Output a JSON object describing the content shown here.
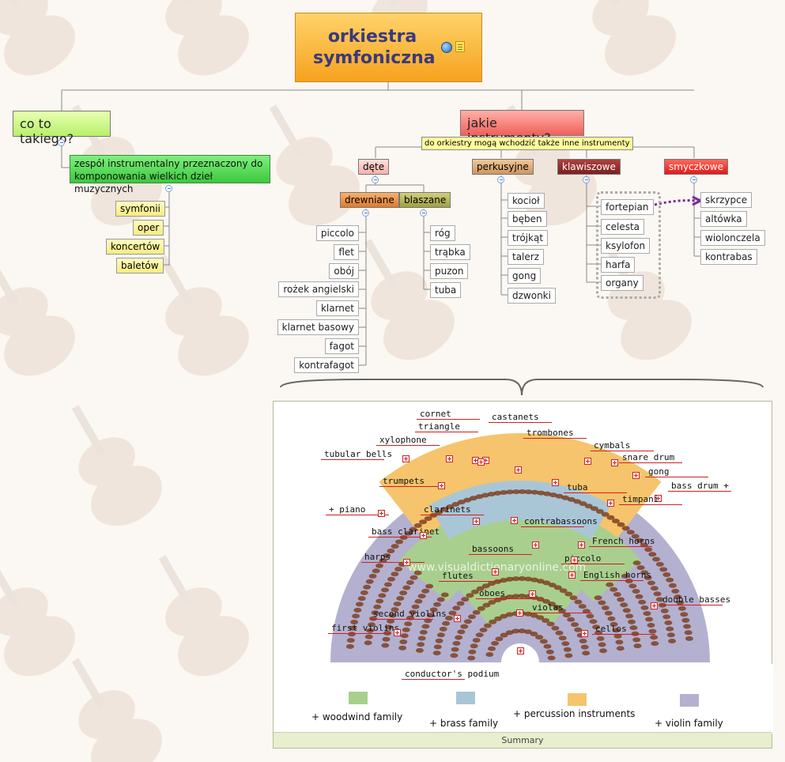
{
  "root": {
    "title_line1": "orkiestra",
    "title_line2": "symfoniczna"
  },
  "icons": {
    "globe": "globe-icon",
    "note": "note-icon",
    "collapse": "collapse-icon",
    "plus": "plus-icon"
  },
  "left": {
    "question": "co to takiego?",
    "definition": "zespół instrumentalny przeznaczony do komponowania wielkich dzieł muzycznych",
    "items": [
      "symfonii",
      "oper",
      "koncertów",
      "baletów"
    ]
  },
  "right": {
    "question": "jakie instrumenty?",
    "callout": "do orkiestry mogą wchodzić także inne instrumenty",
    "categories": {
      "dete": "dęte",
      "perkusyjne": "perkusyjne",
      "klawiszowe": "klawiszowe",
      "smyczkowe": "smyczkowe"
    },
    "dete_sub": {
      "drewniane": "drewniane",
      "blaszane": "blaszane"
    },
    "drewniane": [
      "piccolo",
      "flet",
      "obój",
      "rożek angielski",
      "klarnet",
      "klarnet basowy",
      "fagot",
      "kontrafagot"
    ],
    "blaszane": [
      "róg",
      "trąbka",
      "puzon",
      "tuba"
    ],
    "perkusyjne": [
      "kocioł",
      "bęben",
      "trójkąt",
      "talerz",
      "gong",
      "dzwonki"
    ],
    "klawiszowe": [
      "fortepian",
      "celesta",
      "ksylofon",
      "harfa",
      "organy"
    ],
    "smyczkowe": [
      "skrzypce",
      "altówka",
      "wiolonczela",
      "kontrabas"
    ]
  },
  "panel": {
    "labels": {
      "cornet": "cornet",
      "castanets": "castanets",
      "triangle": "triangle",
      "trombones": "trombones",
      "xylophone": "xylophone",
      "cymbals": "cymbals",
      "tubular_bells": "tubular bells",
      "snare_drum": "snare drum",
      "gong": "gong",
      "trumpets": "trumpets",
      "bass_drum": "bass drum +",
      "tuba": "tuba",
      "timpani": "timpani",
      "piano": "+ piano",
      "clarinets": "clarinets",
      "contrabassoons": "contrabassoons",
      "bass_clarinet": "bass clarinet",
      "bassoons": "bassoons",
      "french_horns": "French horns",
      "harps": "harps",
      "piccolo": "piccolo",
      "flutes": "flutes",
      "english_horns": "English horns",
      "oboes": "oboes",
      "double_basses": "double basses",
      "violas": "violas",
      "second_violins": "second violins",
      "cellos": "cellos",
      "first_violins": "first violins",
      "conductor": "conductor's podium"
    },
    "watermark": "www.visualdictionaryonline.com",
    "legend": [
      {
        "label": "+ woodwind family",
        "color": "#a9cf8e"
      },
      {
        "label": "+ brass family",
        "color": "#a9c6d6"
      },
      {
        "label": "+ percussion instruments",
        "color": "#f5c46c"
      },
      {
        "label": "+ violin family",
        "color": "#b3b1cf"
      }
    ],
    "summary": "Summary"
  }
}
